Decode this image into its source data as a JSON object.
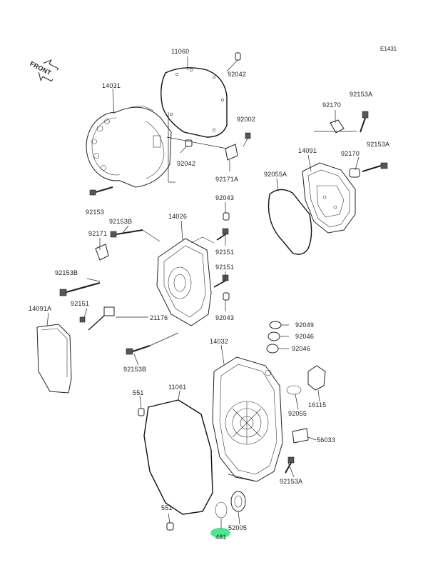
{
  "diagram_id": "E1431",
  "front_label": "FRONT",
  "highlight_color": "#2ee07a",
  "parts": [
    "11060",
    "92042",
    "14031",
    "92002",
    "92042",
    "92171A",
    "92153",
    "92153A",
    "92170",
    "14091",
    "92153A",
    "92170",
    "92055A",
    "92043",
    "14026",
    "92153B",
    "92171",
    "92151",
    "92153B",
    "92151",
    "92151",
    "21176",
    "92043",
    "14091A",
    "92153B",
    "92049",
    "92046",
    "92046",
    "14032",
    "11061",
    "551",
    "16115",
    "92055",
    "56033",
    "92153A",
    "551",
    "52005",
    "481"
  ]
}
